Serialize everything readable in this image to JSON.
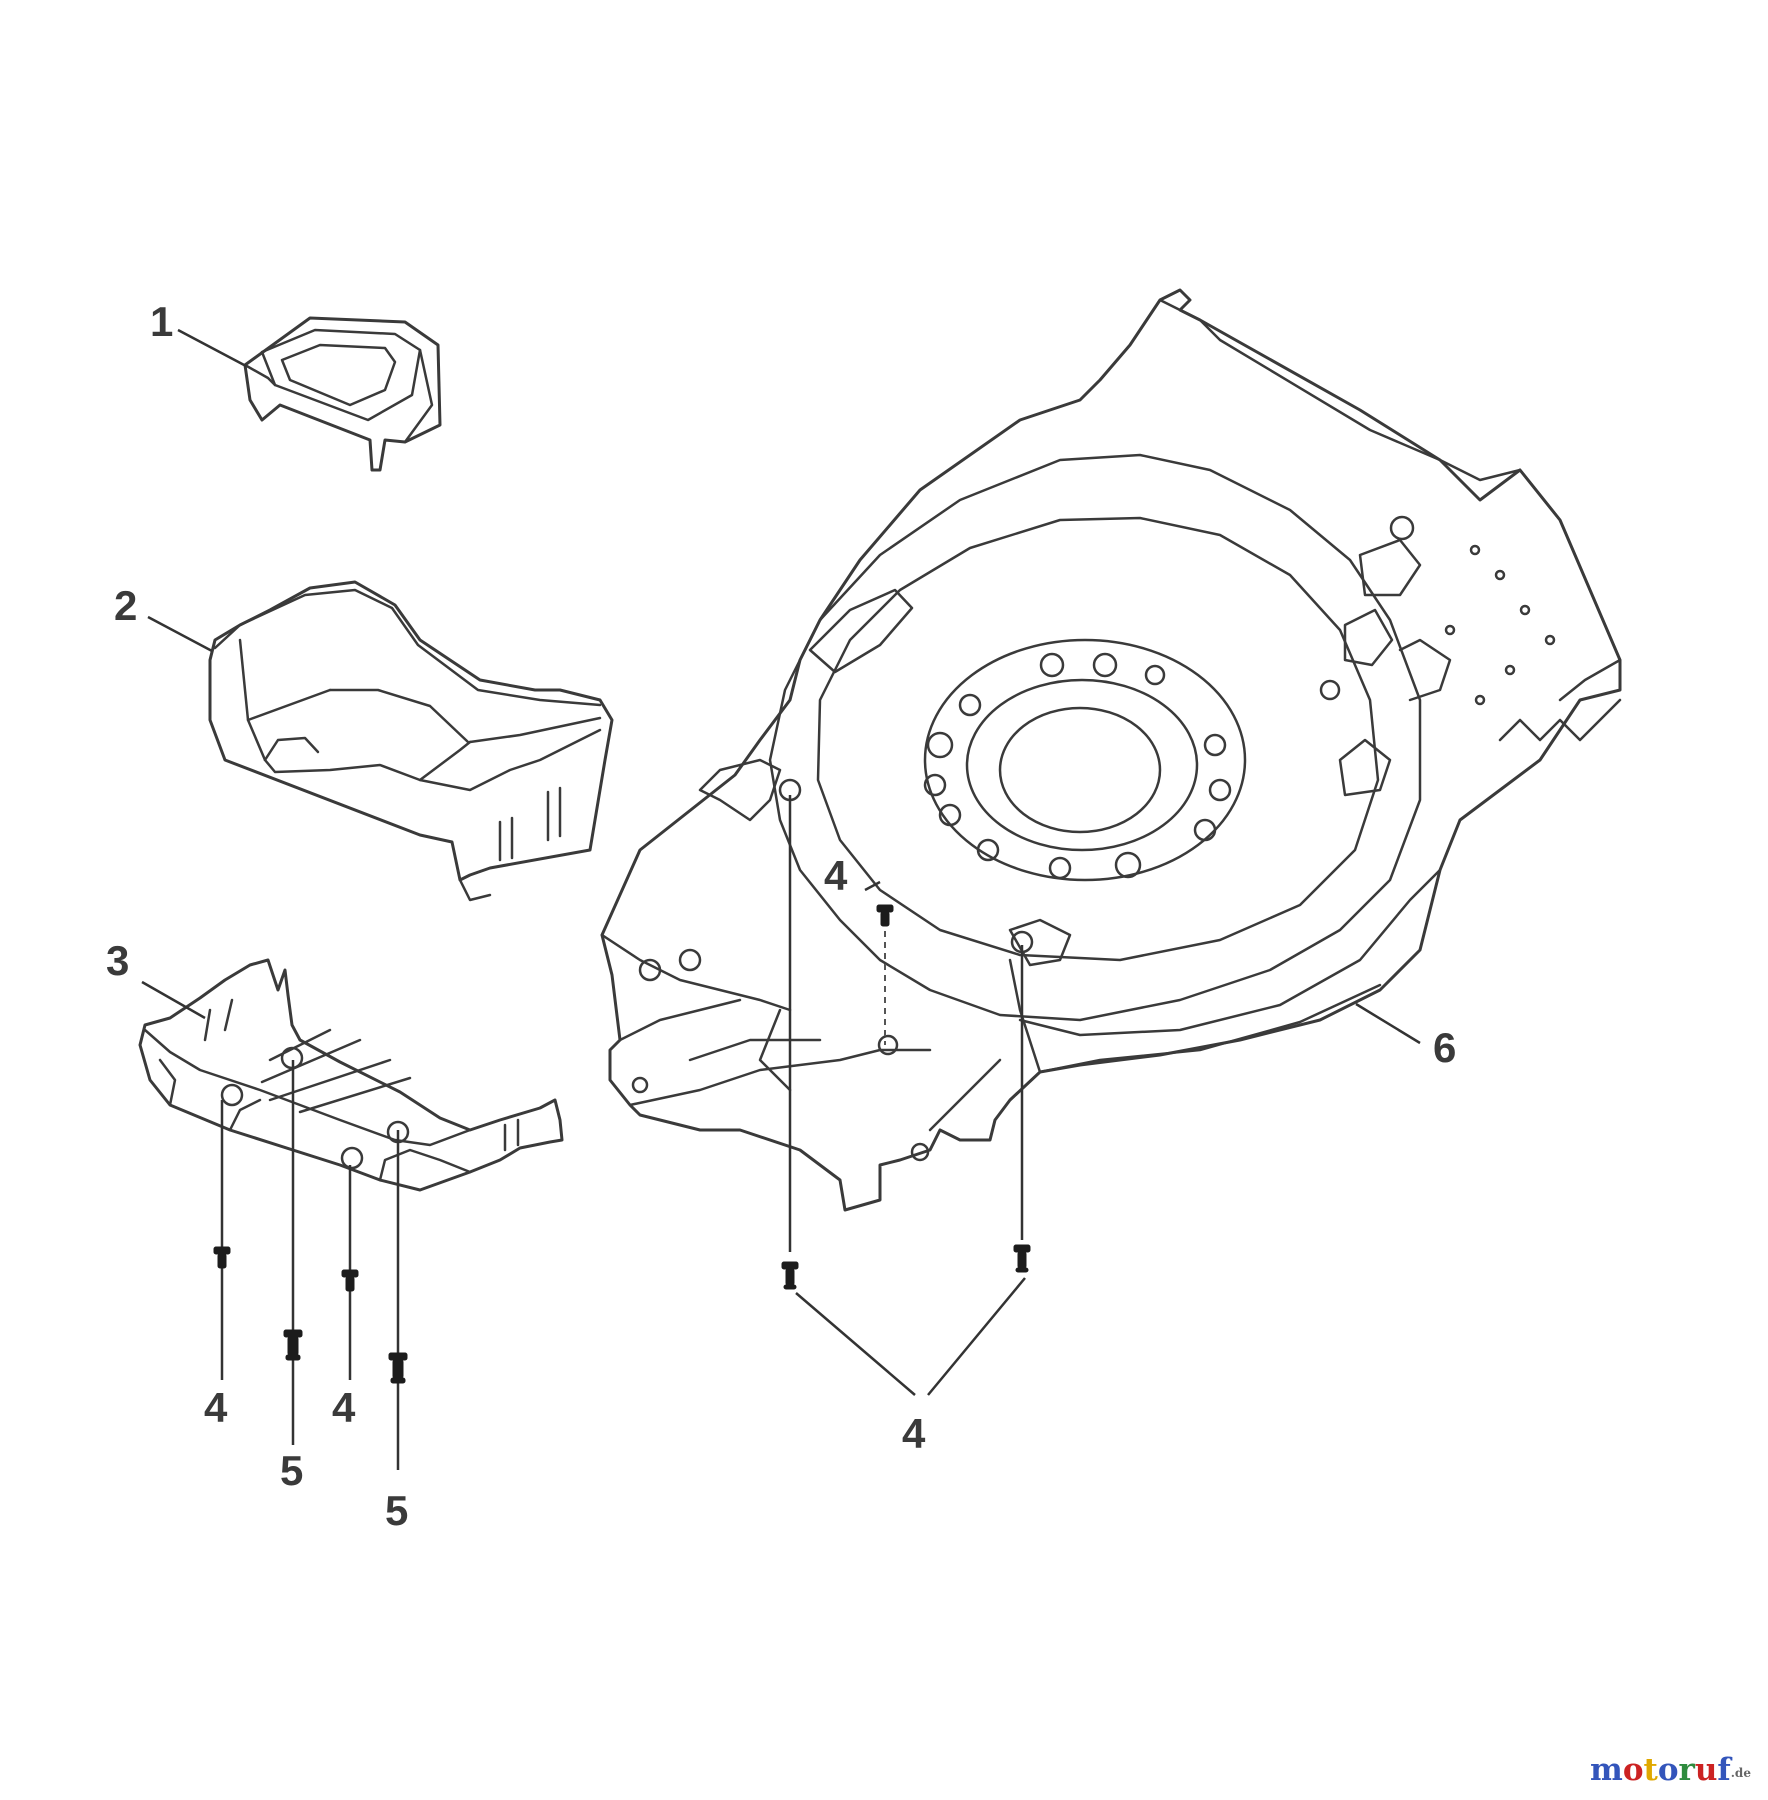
{
  "diagram": {
    "callouts": {
      "c1": "1",
      "c2": "2",
      "c3": "3",
      "c4_top": "4",
      "c4_a": "4",
      "c4_b": "4",
      "c4_bottom": "4",
      "c5_a": "5",
      "c5_b": "5",
      "c6": "6"
    }
  },
  "watermark": {
    "letters": [
      "m",
      "o",
      "t",
      "o",
      "r",
      "u",
      "f"
    ],
    "letter_colors": [
      "#3355bb",
      "#cc2222",
      "#e0a800",
      "#3355bb",
      "#2e8b3e",
      "#cc2222",
      "#3355bb"
    ],
    "suffix": ".de"
  }
}
